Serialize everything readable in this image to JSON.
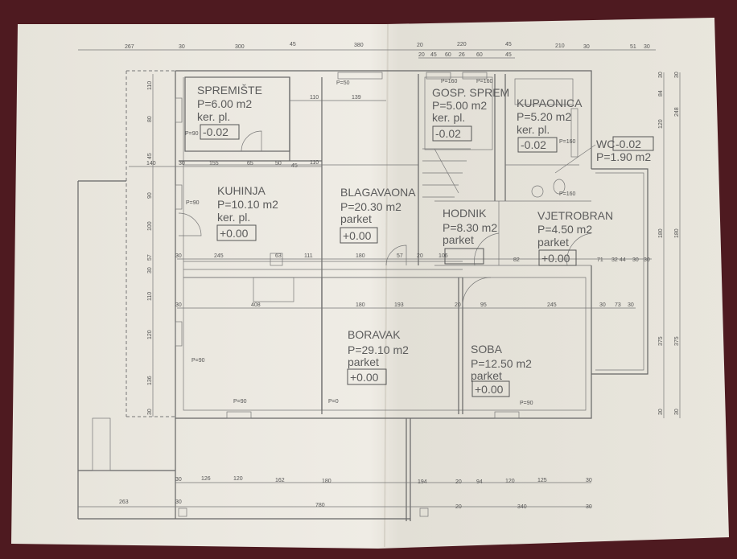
{
  "colors": {
    "background": "#4e1a20",
    "paper": "#ece9e1",
    "ink": "#5c5c5c"
  },
  "rooms": {
    "spremiste": {
      "name": "SPREMIŠTE",
      "area": "P=6.00 m2",
      "floor": "ker. pl.",
      "level": "-0.02"
    },
    "kuhinja": {
      "name": "KUHINJA",
      "area": "P=10.10 m2",
      "floor": "ker. pl.",
      "level": "+0.00"
    },
    "blagavaona": {
      "name": "BLAGAVAONA",
      "area": "P=20.30 m2",
      "floor": "parket",
      "level": "+0.00"
    },
    "gosp_sprem": {
      "name": "GOSP. SPREM",
      "area": "P=5.00 m2",
      "floor": "ker. pl.",
      "level": "-0.02"
    },
    "kupaonica": {
      "name": "KUPAONICA",
      "area": "P=5.20 m2",
      "floor": "ker. pl.",
      "level": "-0.02"
    },
    "wc": {
      "name": "WC",
      "area": "P=1.90 m2",
      "level": "-0.02"
    },
    "hodnik": {
      "name": "HODNIK",
      "area": "P=8.30 m2",
      "floor": "parket"
    },
    "vjetrobran": {
      "name": "VJETROBRAN",
      "area": "P=4.50 m2",
      "floor": "parket",
      "level": "+0.00"
    },
    "boravak": {
      "name": "BORAVAK",
      "area": "P=29.10 m2",
      "floor": "parket",
      "level": "+0.00"
    },
    "soba": {
      "name": "SOBA",
      "area": "P=12.50 m2",
      "floor": "parket",
      "level": "+0.00"
    }
  },
  "sill_labels": [
    "P=90",
    "P=50",
    "P=160",
    "P=160",
    "P=160",
    "P=160",
    "P=90",
    "P=90",
    "P=90",
    "P=0",
    "P=90"
  ],
  "dims": {
    "top1": [
      "267",
      "30",
      "300",
      "45",
      "380",
      "20",
      "220",
      "45",
      "210",
      "30",
      "51",
      "30"
    ],
    "top2": [
      "20",
      "45",
      "60",
      "26",
      "60",
      "45"
    ],
    "row125": [
      "110",
      "139"
    ],
    "row205": [
      "140",
      "30",
      "155",
      "65",
      "50",
      "45",
      "110"
    ],
    "row320": [
      "30",
      "245",
      "63",
      "111",
      "180",
      "57",
      "20",
      "106",
      "82",
      "71",
      "32",
      "44",
      "30",
      "30"
    ],
    "row382": [
      "30",
      "408",
      "180",
      "193",
      "20",
      "95",
      "245",
      "30",
      "73",
      "30"
    ],
    "row598": [
      "30",
      "126",
      "120",
      "162",
      "180",
      "194",
      "20",
      "94",
      "120",
      "125",
      "30"
    ],
    "row627": [
      "263",
      "30",
      "780",
      "20",
      "340",
      "30"
    ],
    "left": [
      "110",
      "80",
      "45",
      "90",
      "100",
      "57",
      "30",
      "110",
      "120",
      "136",
      "30"
    ],
    "right": [
      "30",
      "84",
      "120",
      "180",
      "375",
      "30",
      "30",
      "248",
      "180",
      "375",
      "30"
    ]
  }
}
